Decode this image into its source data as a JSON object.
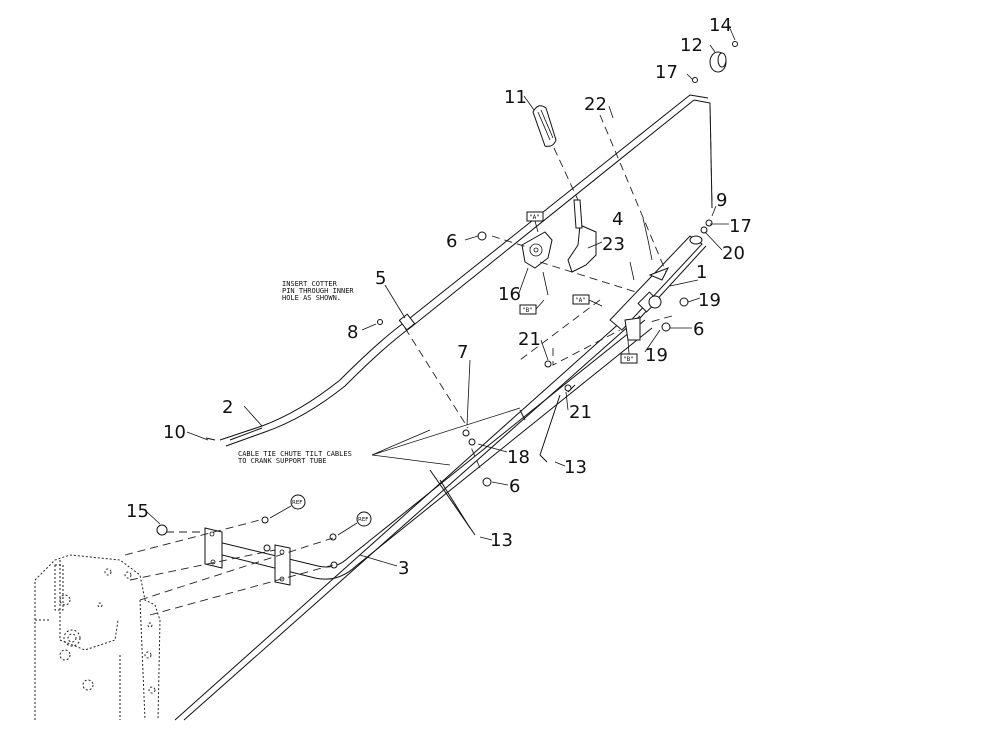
{
  "callouts": {
    "c1": "1",
    "c2": "2",
    "c3": "3",
    "c4": "4",
    "c5": "5",
    "c6a": "6",
    "c6b": "6",
    "c6c": "6",
    "c7": "7",
    "c8": "8",
    "c9": "9",
    "c10": "10",
    "c11": "11",
    "c12": "12",
    "c13a": "13",
    "c13b": "13",
    "c14": "14",
    "c15": "15",
    "c16": "16",
    "c17a": "17",
    "c17b": "17",
    "c18": "18",
    "c19a": "19",
    "c19b": "19",
    "c20": "20",
    "c21a": "21",
    "c21b": "21",
    "c22": "22",
    "c23": "23"
  },
  "notes": {
    "cotter_line1": "INSERT COTTER",
    "cotter_line2": "PIN THROUGH INNER",
    "cotter_line3": "HOLE AS SHOWN.",
    "cable_line1": "CABLE TIE CHUTE TILT CABLES",
    "cable_line2": "TO CRANK SUPPORT TUBE"
  },
  "tags": {
    "a1": "\"A\"",
    "a2": "\"A\"",
    "b1": "\"B\"",
    "b2": "\"B\"",
    "ref1": "REF",
    "ref2": "REF"
  }
}
